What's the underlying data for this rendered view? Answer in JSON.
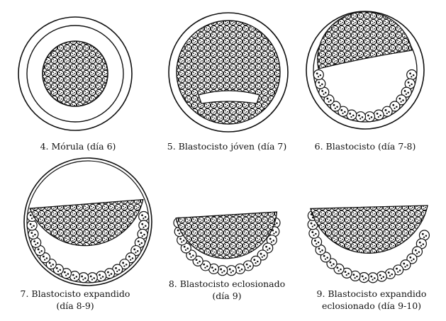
{
  "figure": {
    "stages": [
      {
        "id": "morula",
        "caption_lines": [
          "4. Mórula (día 6)"
        ]
      },
      {
        "id": "blastocisto-joven",
        "caption_lines": [
          "5. Blastocisto jóven (día 7)"
        ]
      },
      {
        "id": "blastocisto",
        "caption_lines": [
          "6. Blastocisto (día 7-8)"
        ]
      },
      {
        "id": "blastocisto-expandido",
        "caption_lines": [
          "7. Blastocisto expandido",
          "(día 8-9)"
        ]
      },
      {
        "id": "blastocisto-eclosionado",
        "caption_lines": [
          "8. Blastocisto eclosionado",
          "(día 9)"
        ]
      },
      {
        "id": "blastocisto-expandido-eclosionado",
        "caption_lines": [
          "9. Blastocisto expandido",
          "eclosionado (día 9-10)"
        ]
      }
    ]
  }
}
